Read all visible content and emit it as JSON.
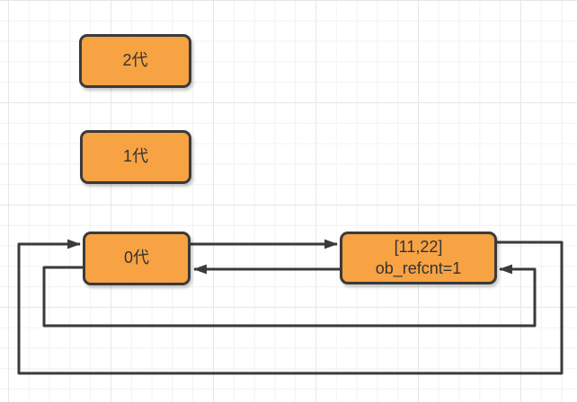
{
  "canvas": {
    "background": "#ffffff",
    "grid_minor_color": "#f2f2f2",
    "grid_major_color": "#e7e7e7"
  },
  "style": {
    "node_fill": "#F7A243",
    "node_border": "#3A3A3A",
    "edge_color": "#3A3A3A",
    "text_color": "#333333"
  },
  "nodes": {
    "gen2": {
      "label": "2代"
    },
    "gen1": {
      "label": "1代"
    },
    "gen0": {
      "label": "0代"
    },
    "list_obj": {
      "line1": "[11,22]",
      "line2": "ob_refcnt=1"
    }
  },
  "edges": [
    {
      "from": "gen0",
      "to": "list_obj",
      "route": "straight-top",
      "arrowhead": "filled-triangle"
    },
    {
      "from": "list_obj",
      "to": "gen0",
      "route": "straight-bottom",
      "arrowhead": "filled-triangle"
    },
    {
      "from": "list_obj",
      "to": "gen0",
      "route": "outer-bottom-loop",
      "arrowhead": "filled-triangle"
    },
    {
      "from": "gen0",
      "to": "list_obj",
      "route": "inner-bottom-loop",
      "arrowhead": "filled-triangle"
    }
  ]
}
